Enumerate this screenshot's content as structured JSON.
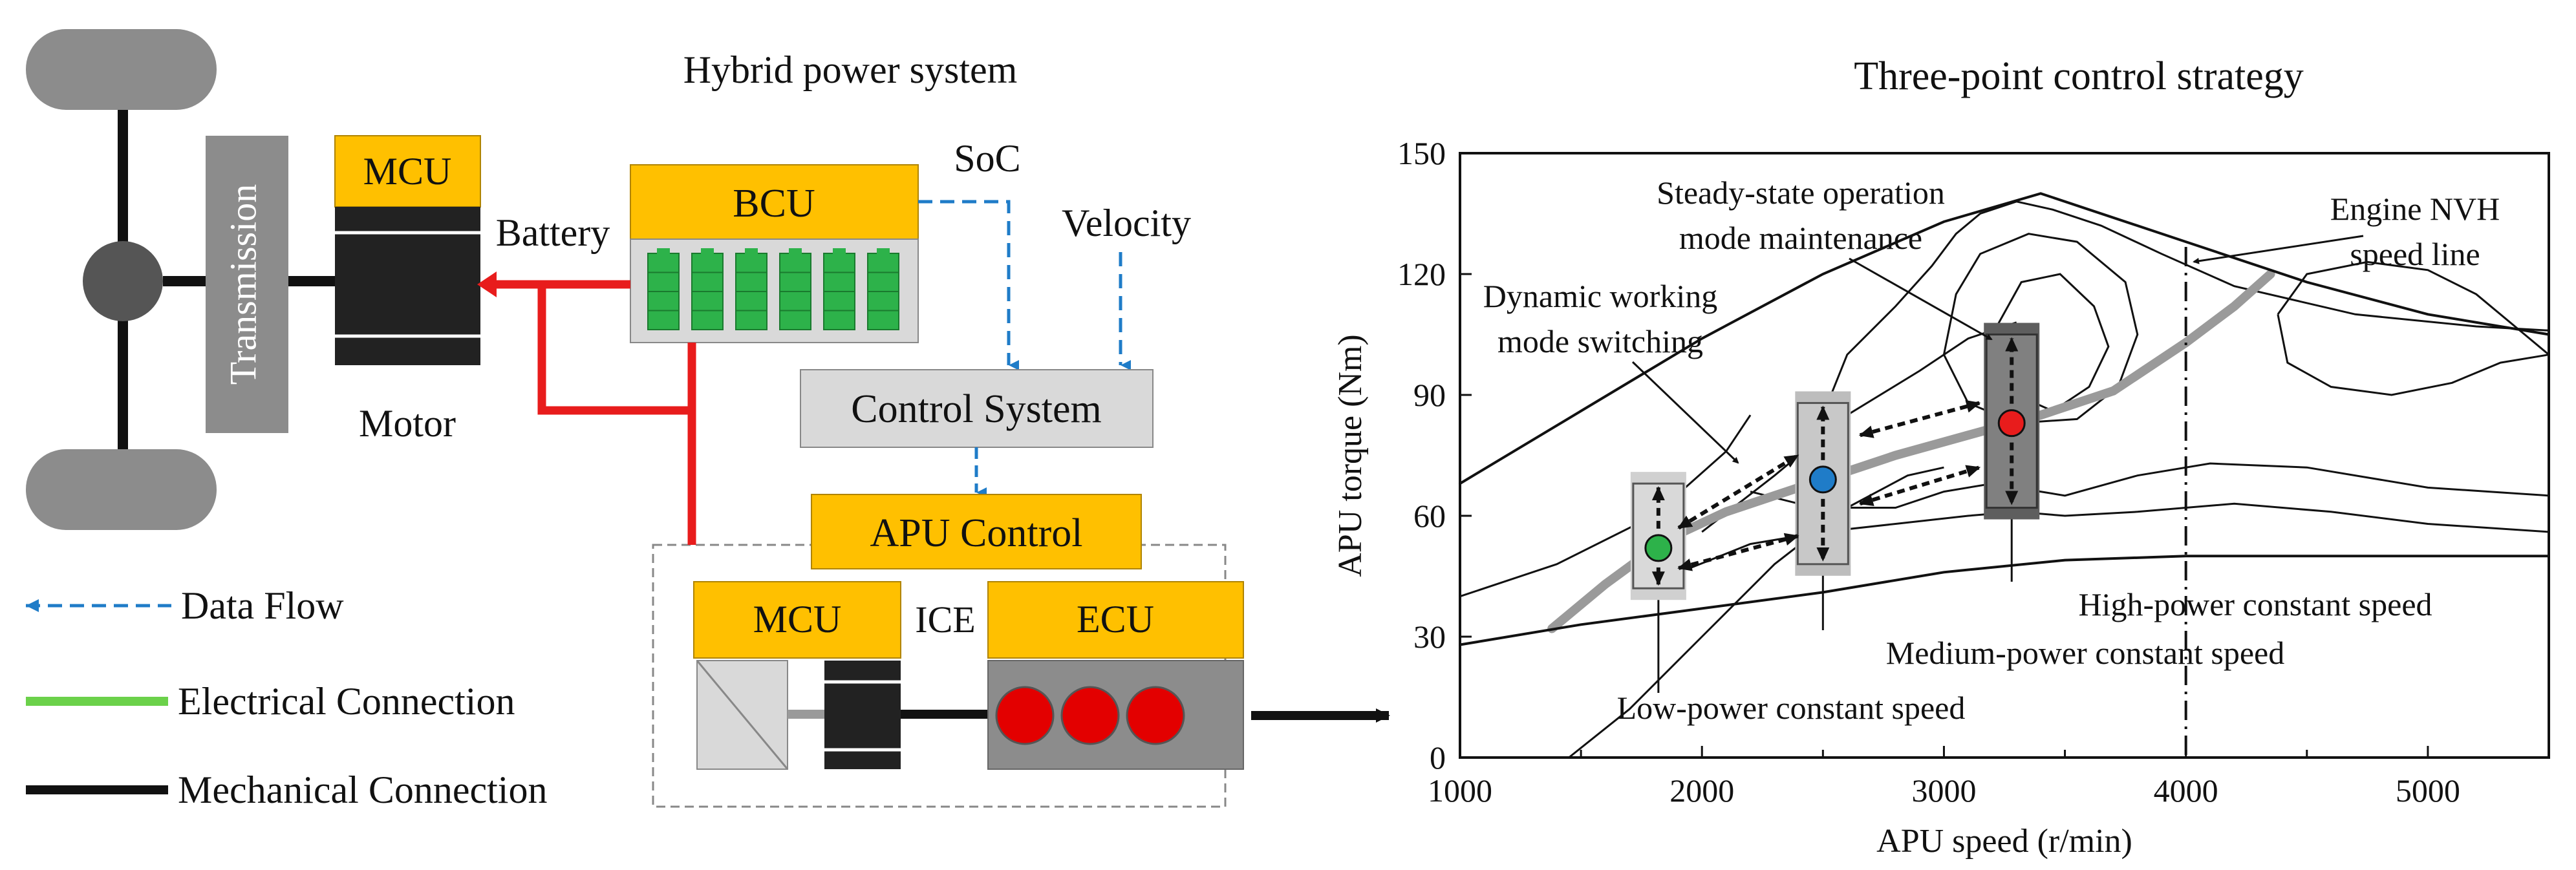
{
  "left_panel": {
    "title": "Hybrid power system",
    "mcu_top": "MCU",
    "transmission": "Transmission",
    "motor": "Motor",
    "battery": "Battery",
    "bcu": "BCU",
    "soc": "SoC",
    "velocity": "Velocity",
    "control_system": "Control System",
    "apu_control": "APU Control",
    "mcu_bottom": "MCU",
    "ice": "ICE",
    "ecu": "ECU"
  },
  "legend": {
    "data_flow": "Data Flow",
    "electrical": "Electrical Connection",
    "mechanical": "Mechanical Connection"
  },
  "colors": {
    "yellow": "#FFC000",
    "red_line": "#E81C1C",
    "blue_flow": "#1F7CC8",
    "green_cell": "#2DB24A",
    "gray_block": "#8C8C8C",
    "dark_block": "#222222"
  },
  "chart_data": {
    "type": "line",
    "title": "Three-point control strategy",
    "xlabel": "APU speed (r/min)",
    "ylabel": "APU torque (Nm)",
    "xlim": [
      1000,
      5500
    ],
    "ylim": [
      0,
      150
    ],
    "xticks": [
      "1000",
      "2000",
      "3000",
      "4000",
      "5000"
    ],
    "yticks": [
      "0",
      "30",
      "60",
      "90",
      "120",
      "150"
    ],
    "series": [
      {
        "role": "optimal operating line",
        "x": [
          1380,
          1600,
          1850,
          2100,
          2450,
          2800,
          3100,
          3400,
          3700,
          4000,
          4200,
          4350
        ],
        "y": [
          32,
          43,
          54,
          61,
          68,
          75,
          80,
          85,
          91,
          103,
          112,
          120
        ]
      },
      {
        "role": "outer envelope upper",
        "x": [
          1000,
          1500,
          2000,
          2500,
          3000,
          3400,
          3600,
          4000,
          4500,
          5000,
          5500
        ],
        "y": [
          68,
          86,
          104,
          120,
          133,
          140,
          136,
          128,
          118,
          110,
          105
        ]
      },
      {
        "role": "outer envelope lower",
        "x": [
          1000,
          1500,
          2000,
          2500,
          3000,
          3500,
          4000,
          4500,
          5000,
          5500
        ],
        "y": [
          28,
          33,
          37,
          41,
          46,
          49,
          50,
          50,
          50,
          50
        ]
      }
    ],
    "operating_points": [
      {
        "name": "Low-power constant speed",
        "x": 1820,
        "y": 52,
        "range": [
          42,
          68
        ],
        "color": "#2DB24A"
      },
      {
        "name": "Medium-power constant speed",
        "x": 2500,
        "y": 69,
        "range": [
          48,
          88
        ],
        "color": "#1F7CC8"
      },
      {
        "name": "High-power constant speed",
        "x": 3280,
        "y": 83,
        "range": [
          62,
          105
        ],
        "color": "#E81C1C"
      }
    ],
    "nvh_speed": 4000,
    "annotations": {
      "steady_state": "Steady-state operation\nmode maintenance",
      "steady_state_l1": "Steady-state operation",
      "steady_state_l2": "mode maintenance",
      "dynamic_l1": "Dynamic working",
      "dynamic_l2": "mode switching",
      "nvh_l1": "Engine NVH",
      "nvh_l2": "speed line",
      "low": "Low-power constant speed",
      "medium": "Medium-power constant speed",
      "high": "High-power constant speed"
    }
  }
}
